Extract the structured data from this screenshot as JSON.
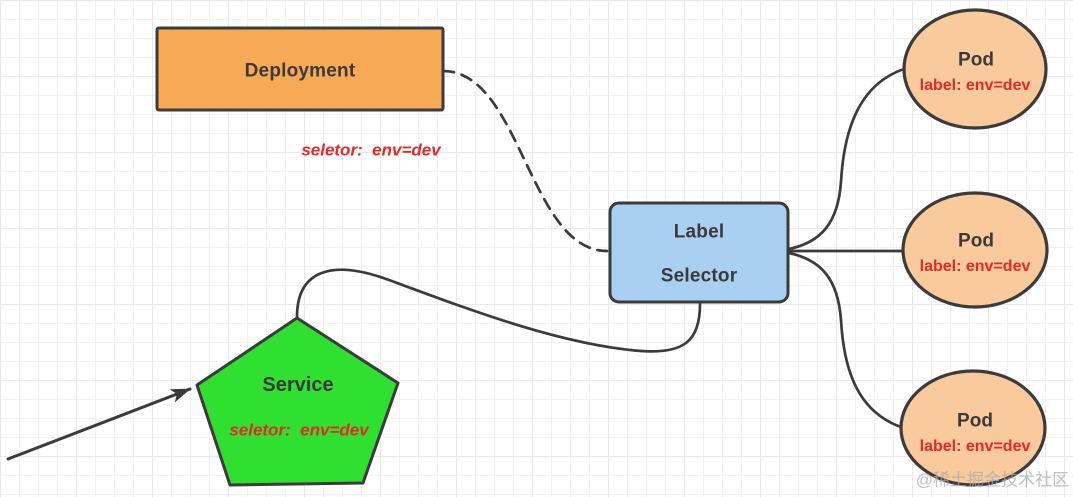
{
  "colors": {
    "deployment_fill": "#f7a955",
    "selector_fill": "#a9cff1",
    "service_fill": "#30e030",
    "pod_fill": "#f9cb9c",
    "note_red": "#e52828",
    "stroke": "#3b3b3b"
  },
  "deployment": {
    "label": "Deployment",
    "note": "seletor:  env=dev"
  },
  "selector": {
    "line1": "Label",
    "line2": "Selector"
  },
  "service": {
    "label": "Service",
    "note": "seletor:  env=dev"
  },
  "pods": [
    {
      "name": "Pod",
      "tag": "label: env=dev"
    },
    {
      "name": "Pod",
      "tag": "label: env=dev"
    },
    {
      "name": "Pod",
      "tag": "label: env=dev"
    }
  ],
  "watermark": "@稀土掘金技术社区"
}
